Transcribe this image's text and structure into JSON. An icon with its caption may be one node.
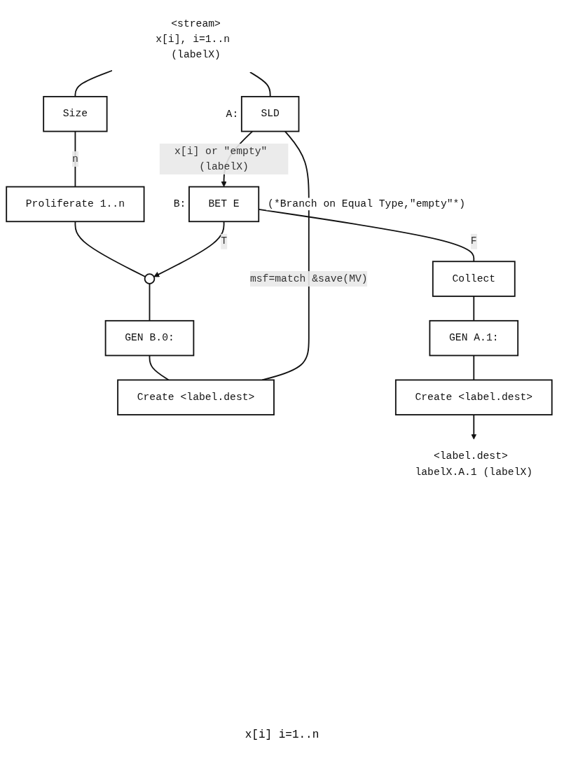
{
  "diagram": {
    "nodes": [
      {
        "text": [
          "<stream>",
          "x[i], i=1..n (labelX)"
        ]
      },
      {
        "text": [
          "Size"
        ]
      },
      {
        "text": [
          "Proliferate 1..n"
        ]
      },
      {
        "text": [],
        "shape": "circle"
      },
      {
        "text": [
          "GEN B.0:"
        ]
      },
      {
        "text": [
          "Create <label.dest>"
        ]
      },
      {
        "text": [
          "SLD"
        ],
        "beside": [
          "A:"
        ]
      },
      {
        "text": [
          "BET E"
        ],
        "beside": [
          "B:",
          "(*Branch on Equal Type,\"empty\"*)"
        ]
      },
      {
        "text": [
          "Collect"
        ]
      },
      {
        "text": [
          "GEN A.1:"
        ]
      },
      {
        "text": [
          "Create <label.dest>"
        ]
      },
      {
        "text": [
          "<label.dest> labelX.A.1 (labelX)"
        ]
      }
    ],
    "edges": [
      {
        "from": 0,
        "to": 6,
        "arrow": "none"
      },
      {
        "from": 0,
        "to": 1,
        "arrow": "none"
      },
      {
        "from": 1,
        "to": 2,
        "label": "n",
        "arrow": "none"
      },
      {
        "from": 2,
        "to": 3,
        "arrow": "none"
      },
      {
        "from": 3,
        "to": 4,
        "arrow": "none"
      },
      {
        "from": 4,
        "to": 5,
        "arrow": "none"
      },
      {
        "from": 5,
        "to": 6,
        "label": "msf=match &save(MV)",
        "arrow": "none"
      },
      {
        "from": 6,
        "to": 7,
        "label": "x[i] or \"empty\" (labelX)",
        "arrow": "to"
      },
      {
        "from": 7,
        "to": 8,
        "label": "F",
        "arrow": "none"
      },
      {
        "from": 7,
        "to": 3,
        "label": "T",
        "arrow": "to"
      },
      {
        "from": 8,
        "to": 9,
        "arrow": "none"
      },
      {
        "from": 9,
        "to": 10,
        "arrow": "none"
      },
      {
        "from": 10,
        "to": 11,
        "arrow": "to"
      }
    ],
    "labels": [
      "x[i] i=1..n"
    ]
  }
}
